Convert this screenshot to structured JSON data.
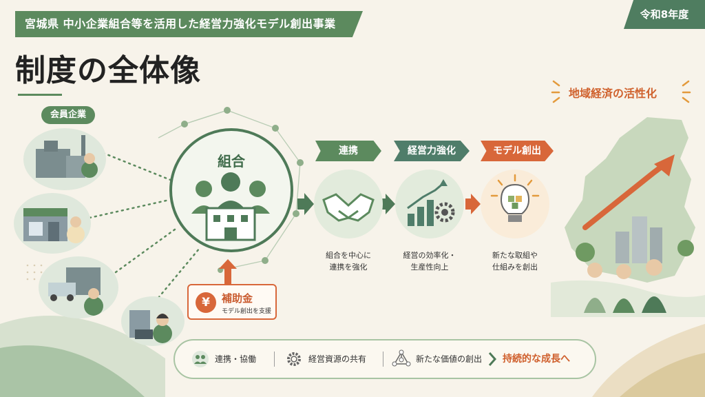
{
  "header": {
    "banner": "宮城県 中小企業組合等を活用した経営力強化モデル創出事業",
    "year": "令和8年度"
  },
  "title": "制度の全体像",
  "members": {
    "label": "会員企業"
  },
  "union": {
    "label": "組合"
  },
  "subsidy": {
    "title": "補助金",
    "subtitle": "モデル創出を支援",
    "icon": "¥"
  },
  "steps": [
    {
      "label": "連携",
      "caption_line1": "組合を中心に",
      "caption_line2": "連携を強化",
      "color": "#5c8a5e"
    },
    {
      "label": "経営力強化",
      "caption_line1": "経営の効率化・",
      "caption_line2": "生産性向上",
      "color": "#4f7d6a"
    },
    {
      "label": "モデル創出",
      "caption_line1": "新たな取組や",
      "caption_line2": "仕組みを創出",
      "color": "#d8673a"
    }
  ],
  "region": {
    "title": "地域経済の活性化"
  },
  "bottom_bar": {
    "items": [
      "連携・協働",
      "経営資源の共有",
      "新たな価値の創出"
    ],
    "final": "持続的な成長へ"
  },
  "colors": {
    "brand_green": "#5c8a5e",
    "accent_orange": "#d8673a",
    "background": "#f7f3ea"
  }
}
